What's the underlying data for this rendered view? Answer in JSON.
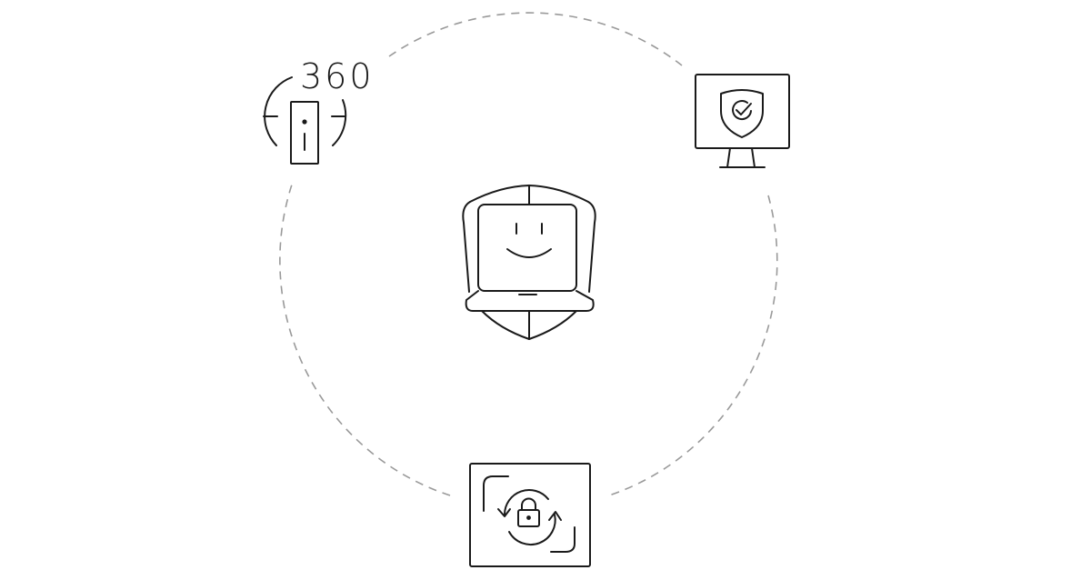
{
  "diagram": {
    "ring": {
      "style": "dashed",
      "color": "#9a9a9a"
    },
    "stroke_color": "#1a1a1a",
    "center_node": {
      "name": "Protected laptop",
      "icon": "shield-laptop-smile-icon"
    },
    "nodes": [
      {
        "name": "360 device",
        "icon": "device-360-icon",
        "label": "360"
      },
      {
        "name": "Monitor security",
        "icon": "monitor-shield-check-icon"
      },
      {
        "name": "Lock sync",
        "icon": "lock-rotate-icon"
      }
    ]
  }
}
